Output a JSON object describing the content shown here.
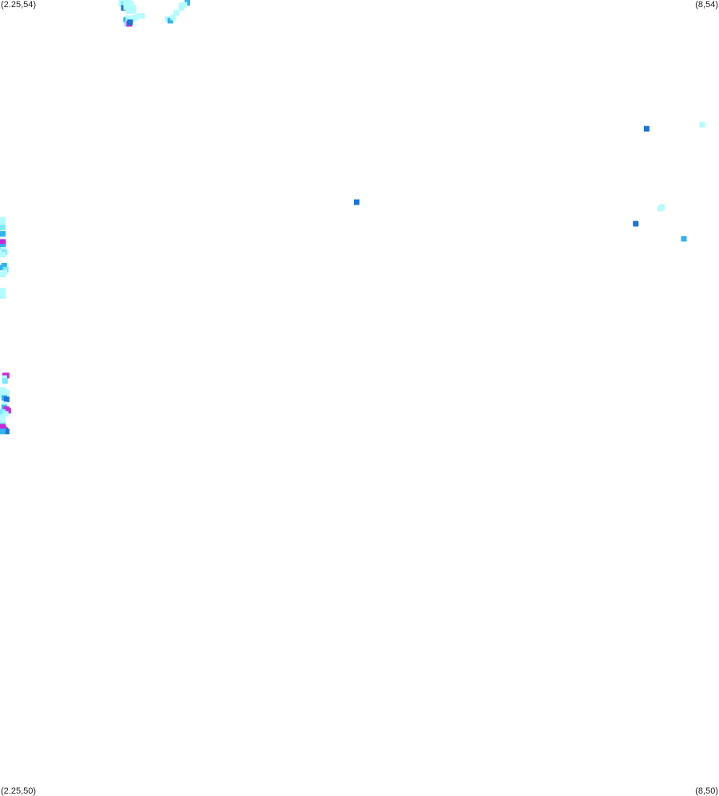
{
  "corner_labels": {
    "top_left": "(2.25,54)",
    "top_right": "(8,54)",
    "bottom_left": "(2.25,50)",
    "bottom_right": "(8,50)"
  },
  "extent": {
    "x_min": 2.25,
    "x_max": 8,
    "y_min": 50,
    "y_max": 54
  },
  "color_scale": {
    "low": "#b3fbff",
    "mid_low": "#7fe9fb",
    "mid": "#2fb4f0",
    "high": "#1a73d6",
    "highest": "#c42ad9"
  },
  "points": [
    {
      "x": 3.221,
      "y": 53.996,
      "level": "low"
    },
    {
      "x": 3.24,
      "y": 53.996,
      "level": "low"
    },
    {
      "x": 3.259,
      "y": 53.996,
      "level": "low"
    },
    {
      "x": 3.278,
      "y": 53.996,
      "level": "low"
    },
    {
      "x": 3.748,
      "y": 53.988,
      "level": "mid"
    },
    {
      "x": 3.221,
      "y": 53.98,
      "level": "low"
    },
    {
      "x": 3.24,
      "y": 53.98,
      "level": "mid_low"
    },
    {
      "x": 3.259,
      "y": 53.98,
      "level": "low"
    },
    {
      "x": 3.278,
      "y": 53.98,
      "level": "low"
    },
    {
      "x": 3.297,
      "y": 53.98,
      "level": "low"
    },
    {
      "x": 3.7,
      "y": 53.972,
      "level": "low"
    },
    {
      "x": 3.725,
      "y": 53.976,
      "level": "low"
    },
    {
      "x": 3.24,
      "y": 53.96,
      "level": "high"
    },
    {
      "x": 3.259,
      "y": 53.964,
      "level": "low"
    },
    {
      "x": 3.278,
      "y": 53.964,
      "level": "low"
    },
    {
      "x": 3.297,
      "y": 53.964,
      "level": "low"
    },
    {
      "x": 3.316,
      "y": 53.96,
      "level": "low"
    },
    {
      "x": 3.7,
      "y": 53.96,
      "level": "low"
    },
    {
      "x": 3.278,
      "y": 53.945,
      "level": "low"
    },
    {
      "x": 3.297,
      "y": 53.945,
      "level": "low"
    },
    {
      "x": 3.316,
      "y": 53.945,
      "level": "low"
    },
    {
      "x": 3.259,
      "y": 53.9,
      "level": "mid"
    },
    {
      "x": 3.278,
      "y": 53.908,
      "level": "low"
    },
    {
      "x": 3.297,
      "y": 53.9,
      "level": "low"
    },
    {
      "x": 3.316,
      "y": 53.908,
      "level": "low"
    },
    {
      "x": 3.335,
      "y": 53.912,
      "level": "low"
    },
    {
      "x": 3.265,
      "y": 53.88,
      "level": "mid_low"
    },
    {
      "x": 3.284,
      "y": 53.88,
      "level": "highest"
    },
    {
      "x": 3.29,
      "y": 53.888,
      "level": "high"
    },
    {
      "x": 3.366,
      "y": 53.92,
      "level": "low"
    },
    {
      "x": 3.385,
      "y": 53.92,
      "level": "low"
    },
    {
      "x": 3.59,
      "y": 53.904,
      "level": "low"
    },
    {
      "x": 3.612,
      "y": 53.896,
      "level": "mid"
    },
    {
      "x": 3.636,
      "y": 53.912,
      "level": "low"
    },
    {
      "x": 3.66,
      "y": 53.936,
      "level": "low"
    },
    {
      "x": 7.421,
      "y": 53.353,
      "level": "high"
    },
    {
      "x": 7.865,
      "y": 53.373,
      "level": "low"
    },
    {
      "x": 5.102,
      "y": 52.984,
      "level": "high"
    },
    {
      "x": 7.544,
      "y": 52.96,
      "level": "low"
    },
    {
      "x": 7.531,
      "y": 52.952,
      "level": "low"
    },
    {
      "x": 7.334,
      "y": 52.876,
      "level": "high"
    },
    {
      "x": 7.719,
      "y": 52.8,
      "level": "mid"
    },
    {
      "x": 2.265,
      "y": 52.896,
      "level": "low"
    },
    {
      "x": 2.265,
      "y": 52.88,
      "level": "low"
    },
    {
      "x": 2.265,
      "y": 52.856,
      "level": "mid_low"
    },
    {
      "x": 2.265,
      "y": 52.825,
      "level": "mid"
    },
    {
      "x": 2.262,
      "y": 52.784,
      "level": "highest"
    },
    {
      "x": 2.275,
      "y": 52.776,
      "level": "highest"
    },
    {
      "x": 2.262,
      "y": 52.76,
      "level": "mid"
    },
    {
      "x": 2.275,
      "y": 52.745,
      "level": "low"
    },
    {
      "x": 2.284,
      "y": 52.733,
      "level": "mid_low"
    },
    {
      "x": 2.265,
      "y": 52.72,
      "level": "low"
    },
    {
      "x": 2.284,
      "y": 52.665,
      "level": "mid"
    },
    {
      "x": 2.262,
      "y": 52.655,
      "level": "mid"
    },
    {
      "x": 2.296,
      "y": 52.645,
      "level": "mid_low"
    },
    {
      "x": 2.284,
      "y": 52.63,
      "level": "low"
    },
    {
      "x": 2.265,
      "y": 52.62,
      "level": "low"
    },
    {
      "x": 2.256,
      "y": 52.54,
      "level": "low"
    },
    {
      "x": 2.256,
      "y": 52.512,
      "level": "low"
    },
    {
      "x": 2.29,
      "y": 52.113,
      "level": "highest"
    },
    {
      "x": 2.303,
      "y": 52.113,
      "level": "highest"
    },
    {
      "x": 2.284,
      "y": 52.1,
      "level": "low"
    },
    {
      "x": 2.29,
      "y": 52.085,
      "level": "mid_low"
    },
    {
      "x": 2.265,
      "y": 52.04,
      "level": "low"
    },
    {
      "x": 2.284,
      "y": 52.033,
      "level": "low"
    },
    {
      "x": 2.303,
      "y": 52.025,
      "level": "low"
    },
    {
      "x": 2.265,
      "y": 52.016,
      "level": "low"
    },
    {
      "x": 2.284,
      "y": 52.0,
      "level": "mid"
    },
    {
      "x": 2.303,
      "y": 51.993,
      "level": "high"
    },
    {
      "x": 2.284,
      "y": 51.968,
      "level": "low"
    },
    {
      "x": 2.284,
      "y": 51.952,
      "level": "mid"
    },
    {
      "x": 2.303,
      "y": 51.944,
      "level": "highest"
    },
    {
      "x": 2.316,
      "y": 51.936,
      "level": "highest"
    },
    {
      "x": 2.265,
      "y": 51.93,
      "level": "mid_low"
    },
    {
      "x": 2.296,
      "y": 51.92,
      "level": "low"
    },
    {
      "x": 2.265,
      "y": 51.904,
      "level": "low"
    },
    {
      "x": 2.265,
      "y": 51.88,
      "level": "low"
    },
    {
      "x": 2.265,
      "y": 51.864,
      "level": "mid_low"
    },
    {
      "x": 2.265,
      "y": 51.856,
      "level": "highest"
    },
    {
      "x": 2.278,
      "y": 51.848,
      "level": "highest"
    },
    {
      "x": 2.29,
      "y": 51.84,
      "level": "highest"
    },
    {
      "x": 2.303,
      "y": 51.832,
      "level": "high"
    },
    {
      "x": 2.271,
      "y": 51.832,
      "level": "mid"
    }
  ]
}
